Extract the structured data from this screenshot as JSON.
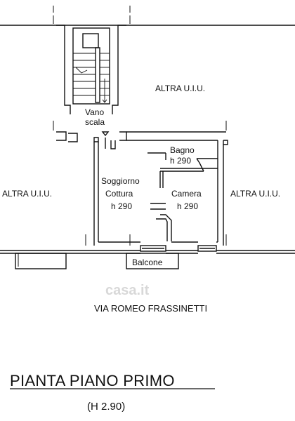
{
  "labels": {
    "altra_top": "ALTRA U.I.U.",
    "altra_left": "ALTRA U.I.U.",
    "altra_right": "ALTRA U.I.U.",
    "vano_1": "Vano",
    "vano_2": "scala",
    "bagno_1": "Bagno",
    "bagno_2": "h 290",
    "soggiorno_1": "Soggiorno",
    "soggiorno_2": "Cottura",
    "soggiorno_3": "h 290",
    "camera_1": "Camera",
    "camera_2": "h 290",
    "balcone": "Balcone"
  },
  "street": "VIA ROMEO FRASSINETTI",
  "watermark": "casa.it",
  "title": "PIANTA PIANO PRIMO",
  "subtitle": "(H 2.90)",
  "colors": {
    "line": "#111111",
    "background": "#ffffff",
    "watermark": "#d8d8d8"
  }
}
